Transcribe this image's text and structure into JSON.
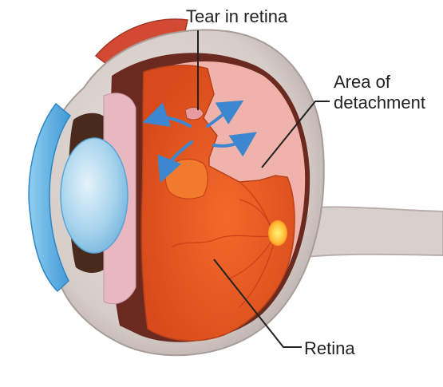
{
  "labels": {
    "tear": "Tear in retina",
    "area_line1": "Area of",
    "area_line2": "detachment",
    "retina": "Retina"
  },
  "colors": {
    "background": "#ffffff",
    "label_text": "#222222",
    "leader_line": "#222222",
    "sclera": "#d9d2cf",
    "sclera_shadow": "#b9aeab",
    "muscle": "#d34a34",
    "retina": "#ef5a1d",
    "retina_dark": "#c9431a",
    "detached_retina": "#f17a2c",
    "vitreous": "#efb3ab",
    "choroid": "#6b2a1f",
    "iris": "#4a2a1c",
    "lens": "#a6d3ec",
    "cornea": "#65b6e6",
    "arrows": "#3c87cf",
    "macula": "#ffd23a",
    "optic_nerve": "#d8d0cc"
  }
}
